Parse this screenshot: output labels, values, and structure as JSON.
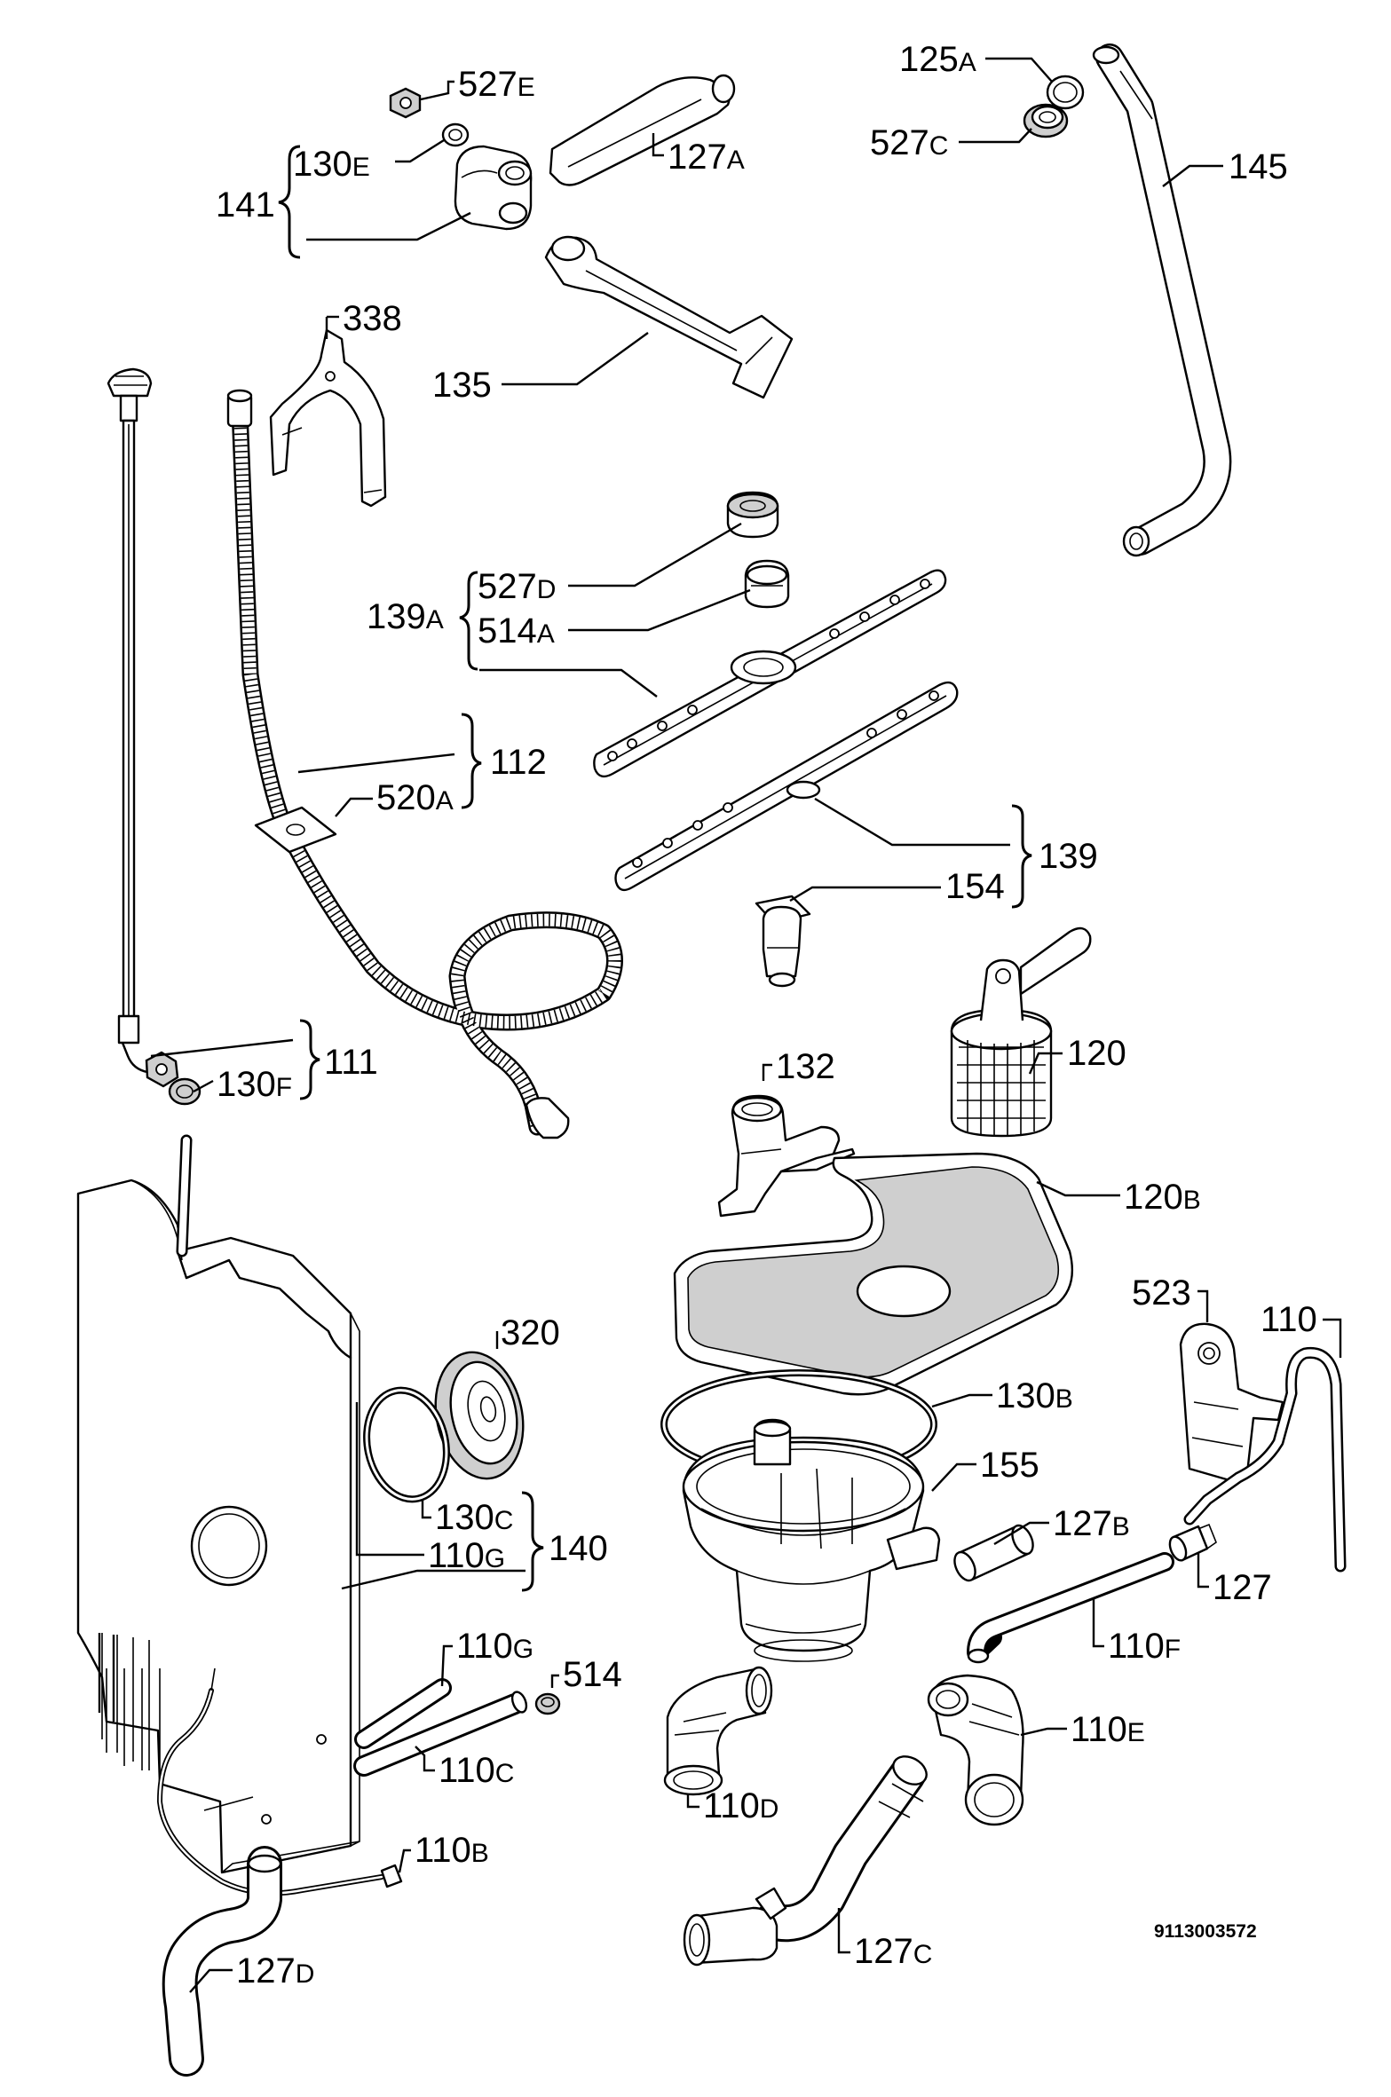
{
  "callouts": [
    {
      "id": "l527E",
      "text": "527",
      "suffix": "E"
    },
    {
      "id": "l130E",
      "text": "130",
      "suffix": "E"
    },
    {
      "id": "l141",
      "text": "141",
      "suffix": ""
    },
    {
      "id": "l127A",
      "text": "127",
      "suffix": "A"
    },
    {
      "id": "l125A",
      "text": "125",
      "suffix": "A"
    },
    {
      "id": "l527C",
      "text": "527",
      "suffix": "C"
    },
    {
      "id": "l145",
      "text": "145",
      "suffix": ""
    },
    {
      "id": "l338",
      "text": "338",
      "suffix": ""
    },
    {
      "id": "l135",
      "text": "135",
      "suffix": ""
    },
    {
      "id": "l527D",
      "text": "527",
      "suffix": "D"
    },
    {
      "id": "l139A",
      "text": "139",
      "suffix": "A"
    },
    {
      "id": "l514A",
      "text": "514",
      "suffix": "A"
    },
    {
      "id": "l112",
      "text": "112",
      "suffix": ""
    },
    {
      "id": "l520A",
      "text": "520",
      "suffix": "A"
    },
    {
      "id": "l139",
      "text": "139",
      "suffix": ""
    },
    {
      "id": "l154",
      "text": "154",
      "suffix": ""
    },
    {
      "id": "l120",
      "text": "120",
      "suffix": ""
    },
    {
      "id": "l111",
      "text": "111",
      "suffix": ""
    },
    {
      "id": "l130F",
      "text": "130",
      "suffix": "F"
    },
    {
      "id": "l132",
      "text": "132",
      "suffix": ""
    },
    {
      "id": "l120B",
      "text": "120",
      "suffix": "B"
    },
    {
      "id": "l523",
      "text": "523",
      "suffix": ""
    },
    {
      "id": "l110",
      "text": "110",
      "suffix": ""
    },
    {
      "id": "l320",
      "text": "320",
      "suffix": ""
    },
    {
      "id": "l130B",
      "text": "130",
      "suffix": "B"
    },
    {
      "id": "l155",
      "text": "155",
      "suffix": ""
    },
    {
      "id": "l130C",
      "text": "130",
      "suffix": "C"
    },
    {
      "id": "l140",
      "text": "140",
      "suffix": ""
    },
    {
      "id": "l110G1",
      "text": "110",
      "suffix": "G"
    },
    {
      "id": "l127B",
      "text": "127",
      "suffix": "B"
    },
    {
      "id": "l127",
      "text": "127",
      "suffix": ""
    },
    {
      "id": "l110F",
      "text": "110",
      "suffix": "F"
    },
    {
      "id": "l110G2",
      "text": "110",
      "suffix": "G"
    },
    {
      "id": "l514",
      "text": "514",
      "suffix": ""
    },
    {
      "id": "l110C",
      "text": "110",
      "suffix": "C"
    },
    {
      "id": "l110D",
      "text": "110",
      "suffix": "D"
    },
    {
      "id": "l110E",
      "text": "110",
      "suffix": "E"
    },
    {
      "id": "l110B",
      "text": "110",
      "suffix": "B"
    },
    {
      "id": "l127C",
      "text": "127",
      "suffix": "C"
    },
    {
      "id": "l127D",
      "text": "127",
      "suffix": "D"
    }
  ],
  "document_number": "9113003572"
}
